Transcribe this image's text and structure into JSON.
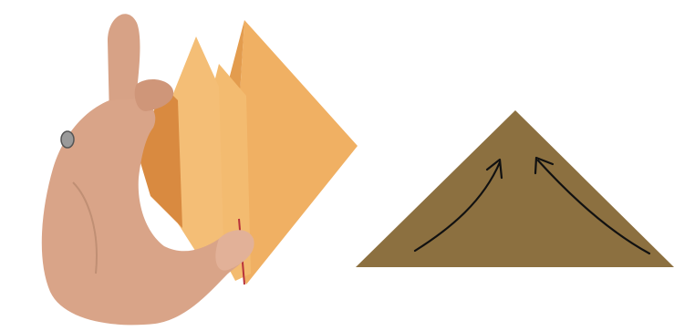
{
  "scene": {
    "photo": {
      "subject": "hand-holding-folded-paper",
      "paper_colors": [
        "#f2b66a",
        "#e9a457",
        "#d8893f",
        "#f6c27c"
      ],
      "skin_color": "#d9a488"
    },
    "diagram": {
      "shape": "triangle",
      "fill_color": "#8c7040",
      "arrow_color": "#111111",
      "arrow_count": 2,
      "arrow_direction": "up-toward-apex"
    }
  }
}
